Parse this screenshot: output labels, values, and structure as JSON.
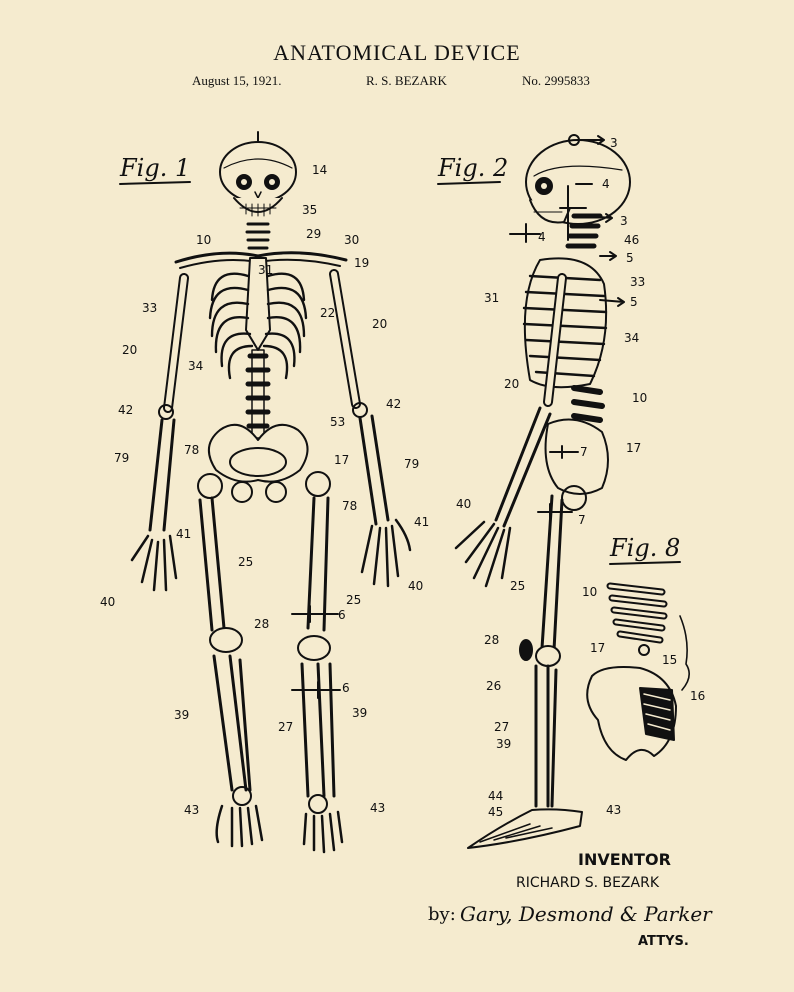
{
  "header": {
    "title": "ANATOMICAL DEVICE",
    "date": "August 15, 1921.",
    "inventor_short": "R. S. BEZARK",
    "patent_no": "No. 2995833"
  },
  "figures": {
    "fig1": "Fig. 1",
    "fig2": "Fig. 2",
    "fig8": "Fig. 8"
  },
  "labels_fig1": [
    "14",
    "35",
    "10",
    "29",
    "30",
    "31",
    "19",
    "33",
    "22",
    "20",
    "20",
    "34",
    "42",
    "42",
    "53",
    "79",
    "78",
    "17",
    "79",
    "78",
    "41",
    "41",
    "40",
    "40",
    "25",
    "25",
    "6",
    "28",
    "6",
    "39",
    "27",
    "39",
    "43",
    "43"
  ],
  "labels_fig2": [
    "3",
    "4",
    "3",
    "4",
    "46",
    "5",
    "33",
    "5",
    "31",
    "34",
    "20",
    "10",
    "7",
    "17",
    "40",
    "7",
    "25",
    "28",
    "26",
    "27",
    "39",
    "44",
    "45",
    "43"
  ],
  "labels_fig8": [
    "10",
    "15",
    "17",
    "16"
  ],
  "footer": {
    "heading": "INVENTOR",
    "name": "RICHARD S. BEZARK",
    "by": "by:",
    "attorneys": "Gary, Desmond & Parker",
    "attys": "ATTYS."
  },
  "colors": {
    "paper": "#f5ebcf",
    "ink": "#111111"
  }
}
